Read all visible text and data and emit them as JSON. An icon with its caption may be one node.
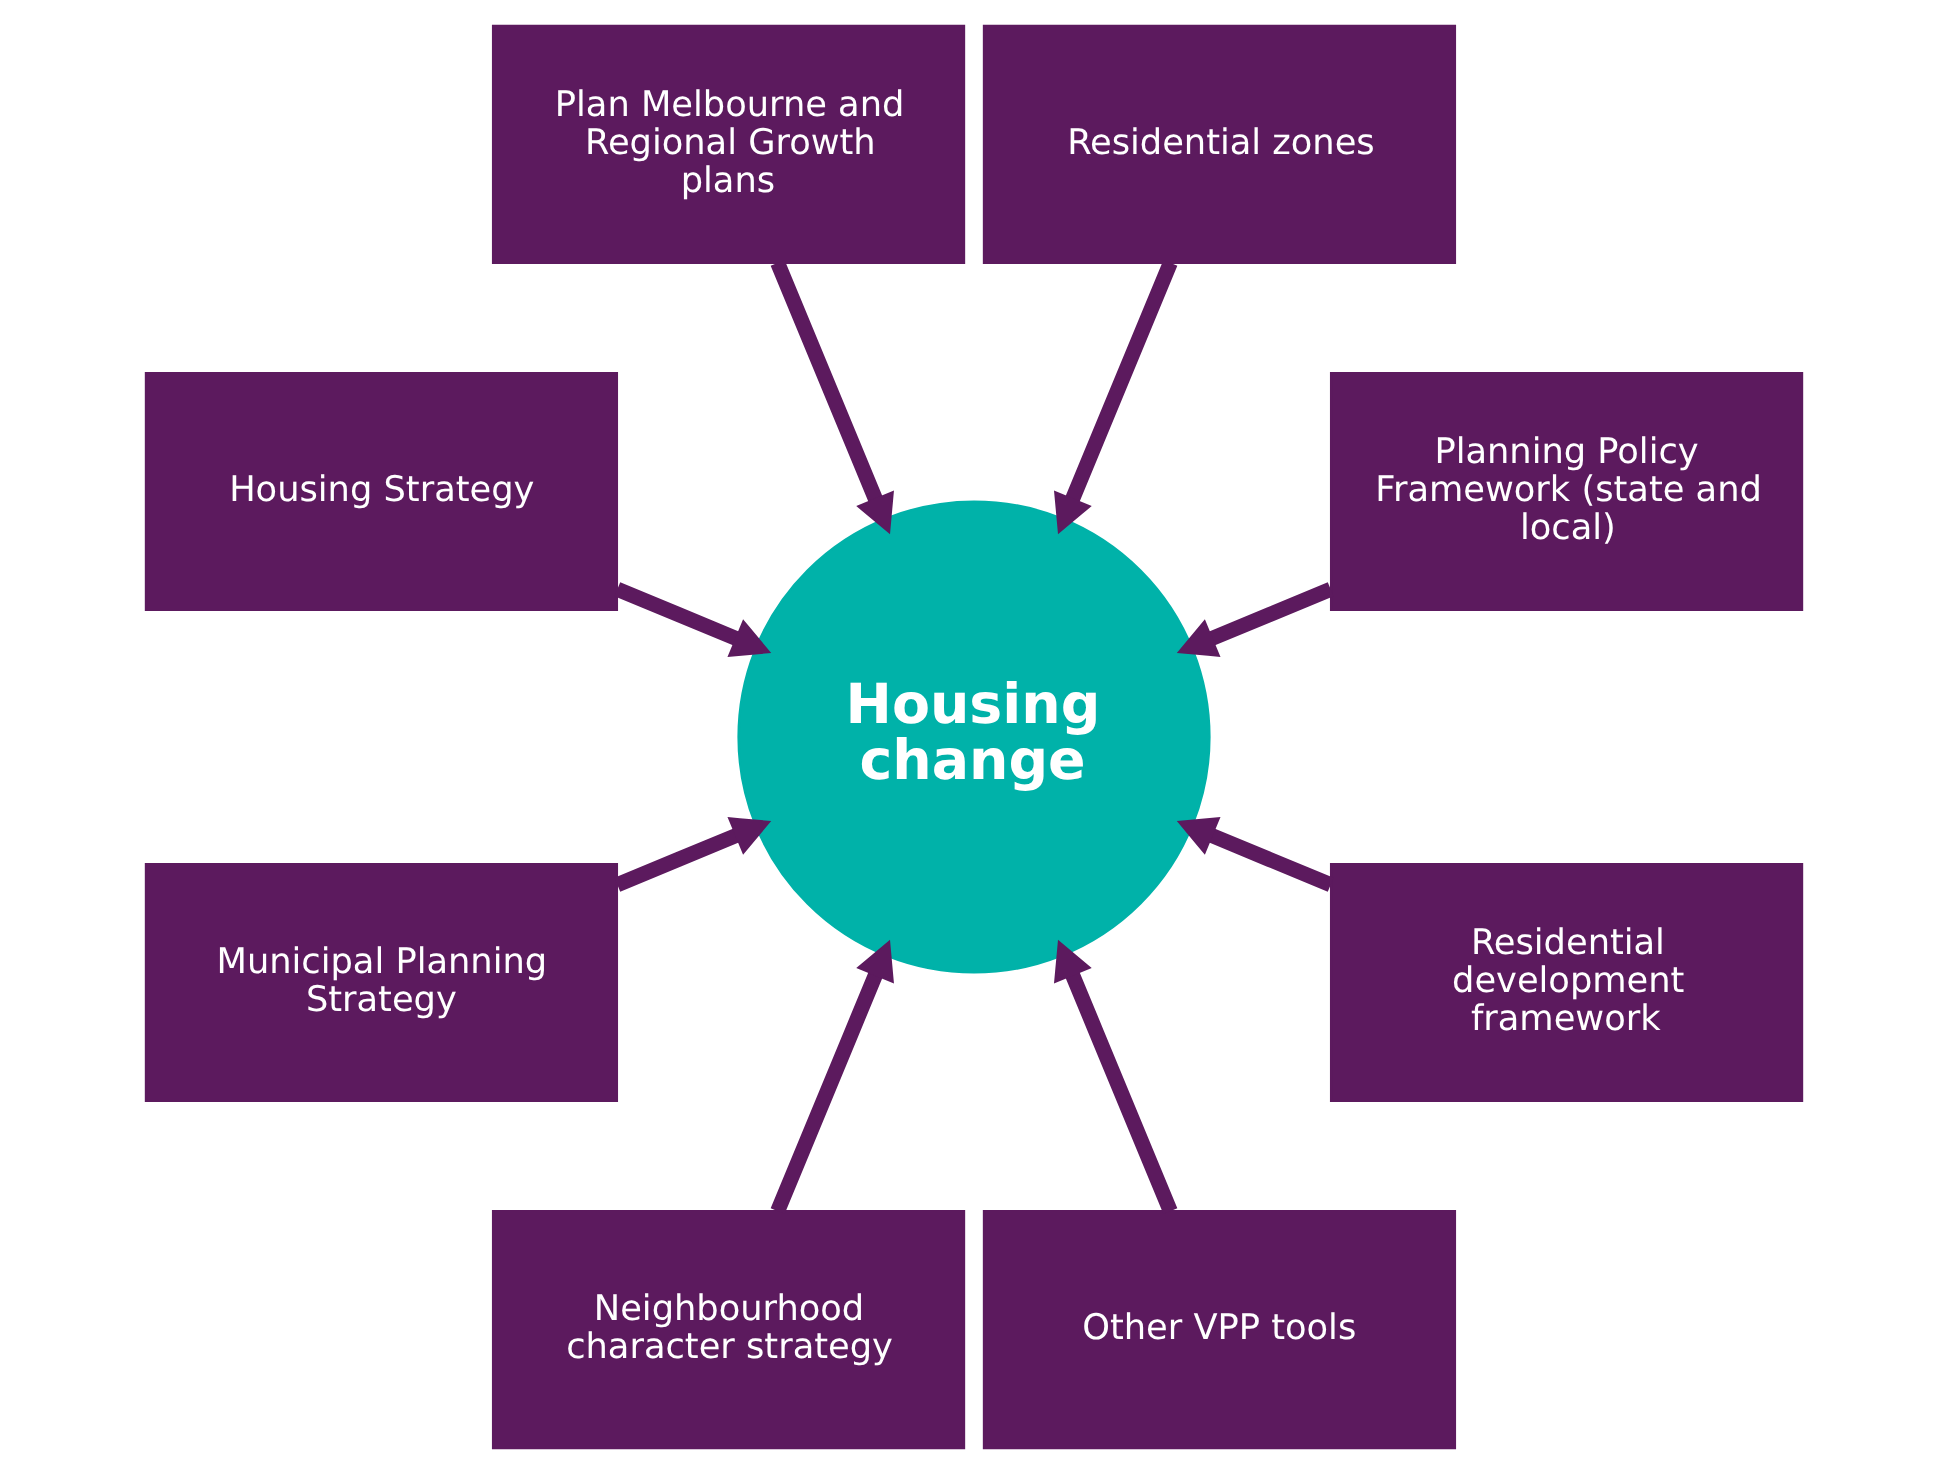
{
  "diagram": {
    "nodes": [
      {
        "text": [
          "Planning Policy Framework (state and local)"
        ]
      },
      {
        "text": [
          "Residential zones"
        ]
      },
      {
        "text": [
          "Plan Melbourne and Regional Growth plans"
        ]
      },
      {
        "text": [
          "Housing Strategy"
        ]
      },
      {
        "text": [
          "Housing change"
        ]
      },
      {
        "text": [
          "Municipal Planning Strategy"
        ]
      },
      {
        "text": [
          "Neighbourhood character strategy"
        ]
      },
      {
        "text": [
          "Other VPP tools"
        ]
      },
      {
        "text": [
          "Residential development framework"
        ]
      }
    ],
    "edges": [
      {
        "from": 0,
        "to": 4,
        "arrow": "to"
      },
      {
        "from": 1,
        "to": 4,
        "arrow": "to"
      },
      {
        "from": 2,
        "to": 4,
        "arrow": "to"
      },
      {
        "from": 3,
        "to": 4,
        "arrow": "to"
      },
      {
        "from": 5,
        "to": 4,
        "arrow": "to"
      },
      {
        "from": 6,
        "to": 4,
        "arrow": "to"
      },
      {
        "from": 7,
        "to": 4,
        "arrow": "to"
      },
      {
        "from": 8,
        "to": 4,
        "arrow": "to"
      }
    ]
  }
}
